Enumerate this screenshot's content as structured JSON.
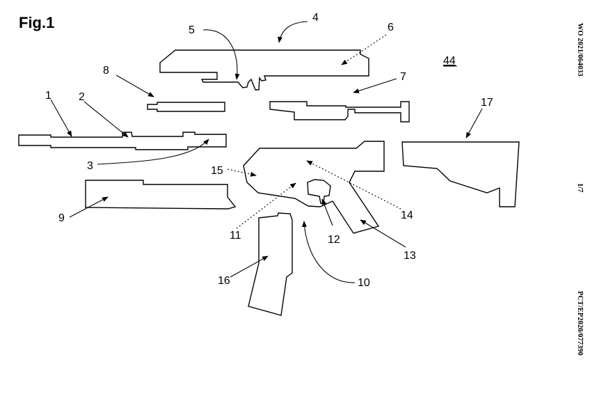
{
  "figure": {
    "title": "Fig.1",
    "publication_number": "WO 2021/064033",
    "sheet": "1/7",
    "application_number": "PCT/EP2020/077390"
  },
  "reference_numerals": {
    "assembly": "44",
    "n1": "1",
    "n2": "2",
    "n3": "3",
    "n4": "4",
    "n5": "5",
    "n6": "6",
    "n7": "7",
    "n8": "8",
    "n9": "9",
    "n10": "10",
    "n11": "11",
    "n12": "12",
    "n13": "13",
    "n14": "14",
    "n15": "15",
    "n16": "16",
    "n17": "17"
  }
}
